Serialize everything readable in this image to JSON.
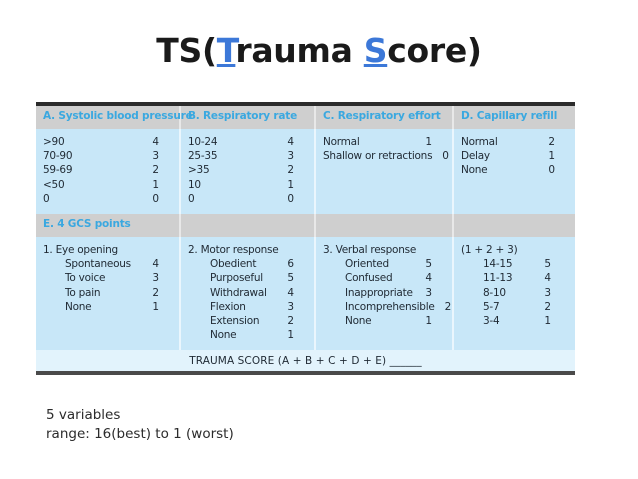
{
  "title": {
    "pre": "TS(",
    "t_letter": "T",
    "mid1": "rauma ",
    "s_letter": "S",
    "mid2": "core)"
  },
  "table": {
    "headers": [
      "A. Systolic blood pressure",
      "B. Respiratory rate",
      "C. Respiratory effort",
      "D. Capillary refill"
    ],
    "top_rows": [
      {
        "items": [
          {
            "label": ">90",
            "value": "4"
          },
          {
            "label": "70-90",
            "value": "3"
          },
          {
            "label": "59-69",
            "value": "2"
          },
          {
            "label": "<50",
            "value": "1"
          },
          {
            "label": "0",
            "value": "0"
          }
        ]
      },
      {
        "items": [
          {
            "label": "10-24",
            "value": "4"
          },
          {
            "label": "25-35",
            "value": "3"
          },
          {
            "label": ">35",
            "value": "2"
          },
          {
            "label": "10",
            "value": "1"
          },
          {
            "label": "0",
            "value": "0"
          }
        ]
      },
      {
        "items": [
          {
            "label": "Normal",
            "value": "1"
          },
          {
            "label": "Shallow or retractions",
            "value": "0"
          }
        ]
      },
      {
        "items": [
          {
            "label": "Normal",
            "value": "2"
          },
          {
            "label": "Delay",
            "value": "1"
          },
          {
            "label": "None",
            "value": "0"
          }
        ]
      }
    ],
    "gcs_banner": "E. 4 GCS points",
    "gcs_groups": [
      {
        "title": "1. Eye opening",
        "items": [
          {
            "label": "Spontaneous",
            "value": "4"
          },
          {
            "label": "To voice",
            "value": "3"
          },
          {
            "label": "To pain",
            "value": "2"
          },
          {
            "label": "None",
            "value": "1"
          }
        ]
      },
      {
        "title": "2. Motor response",
        "items": [
          {
            "label": "Obedient",
            "value": "6"
          },
          {
            "label": "Purposeful",
            "value": "5"
          },
          {
            "label": "Withdrawal",
            "value": "4"
          },
          {
            "label": "Flexion",
            "value": "3"
          },
          {
            "label": "Extension",
            "value": "2"
          },
          {
            "label": "None",
            "value": "1"
          }
        ]
      },
      {
        "title": "3. Verbal response",
        "items": [
          {
            "label": "Oriented",
            "value": "5"
          },
          {
            "label": "Confused",
            "value": "4"
          },
          {
            "label": "Inappropriate",
            "value": "3"
          },
          {
            "label": "Incomprehensible",
            "value": "2"
          },
          {
            "label": "None",
            "value": "1"
          }
        ]
      },
      {
        "title": "(1 + 2 + 3)",
        "items": [
          {
            "label": "14-15",
            "value": "5"
          },
          {
            "label": "11-13",
            "value": "4"
          },
          {
            "label": "8-10",
            "value": "3"
          },
          {
            "label": "5-7",
            "value": "2"
          },
          {
            "label": "3-4",
            "value": "1"
          }
        ]
      }
    ],
    "footer": "TRAUMA SCORE (A + B + C + D + E) ______"
  },
  "notes": {
    "line1": "5 variables",
    "line2": "range: 16(best) to 1 (worst)"
  },
  "colors": {
    "accent_blue": "#3c78d8",
    "header_text_blue": "#3aa8e0",
    "table_body_bg": "#c8e7f8",
    "header_band_bg": "#cfcfcf",
    "footer_bg": "#e2f3fc",
    "rule_dark": "#2b2b2b"
  }
}
